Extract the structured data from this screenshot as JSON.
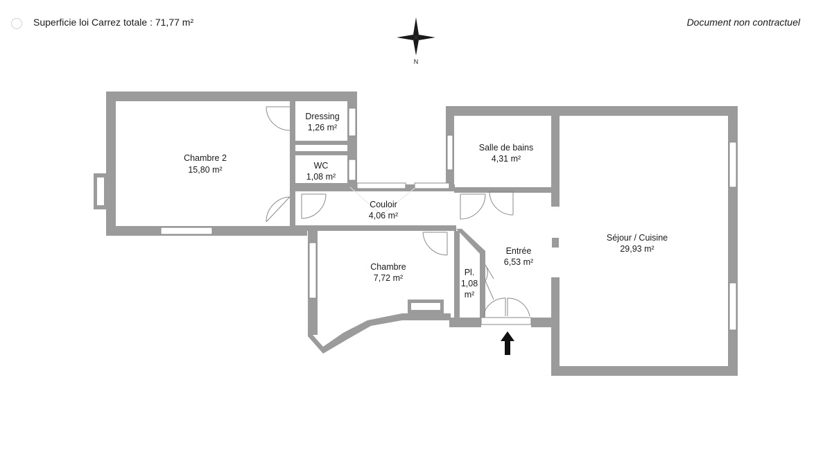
{
  "header": {
    "total_label": "Superficie loi Carrez totale :",
    "total_value": "71,77 m²",
    "disclaimer": "Document non contractuel"
  },
  "compass": {
    "north_label": "N"
  },
  "rooms": {
    "chambre2": {
      "name": "Chambre 2",
      "area": "15,80 m²"
    },
    "dressing": {
      "name": "Dressing",
      "area": "1,26 m²"
    },
    "wc": {
      "name": "WC",
      "area": "1,08 m²"
    },
    "couloir": {
      "name": "Couloir",
      "area": "4,06 m²"
    },
    "chambre": {
      "name": "Chambre",
      "area": "7,72 m²"
    },
    "placard": {
      "name": "Pl.",
      "area_line1": "1,08",
      "area_line2": "m²"
    },
    "entree": {
      "name": "Entrée",
      "area": "6,53 m²"
    },
    "salle_de_bains": {
      "name": "Salle de bains",
      "area": "4,31 m²"
    },
    "sejour": {
      "name": "Séjour / Cuisine",
      "area": "29,93 m²"
    }
  },
  "colors": {
    "wall": "#8a8a8a",
    "wall_fill": "#9b9b9b",
    "ink": "#1a1a1a"
  }
}
